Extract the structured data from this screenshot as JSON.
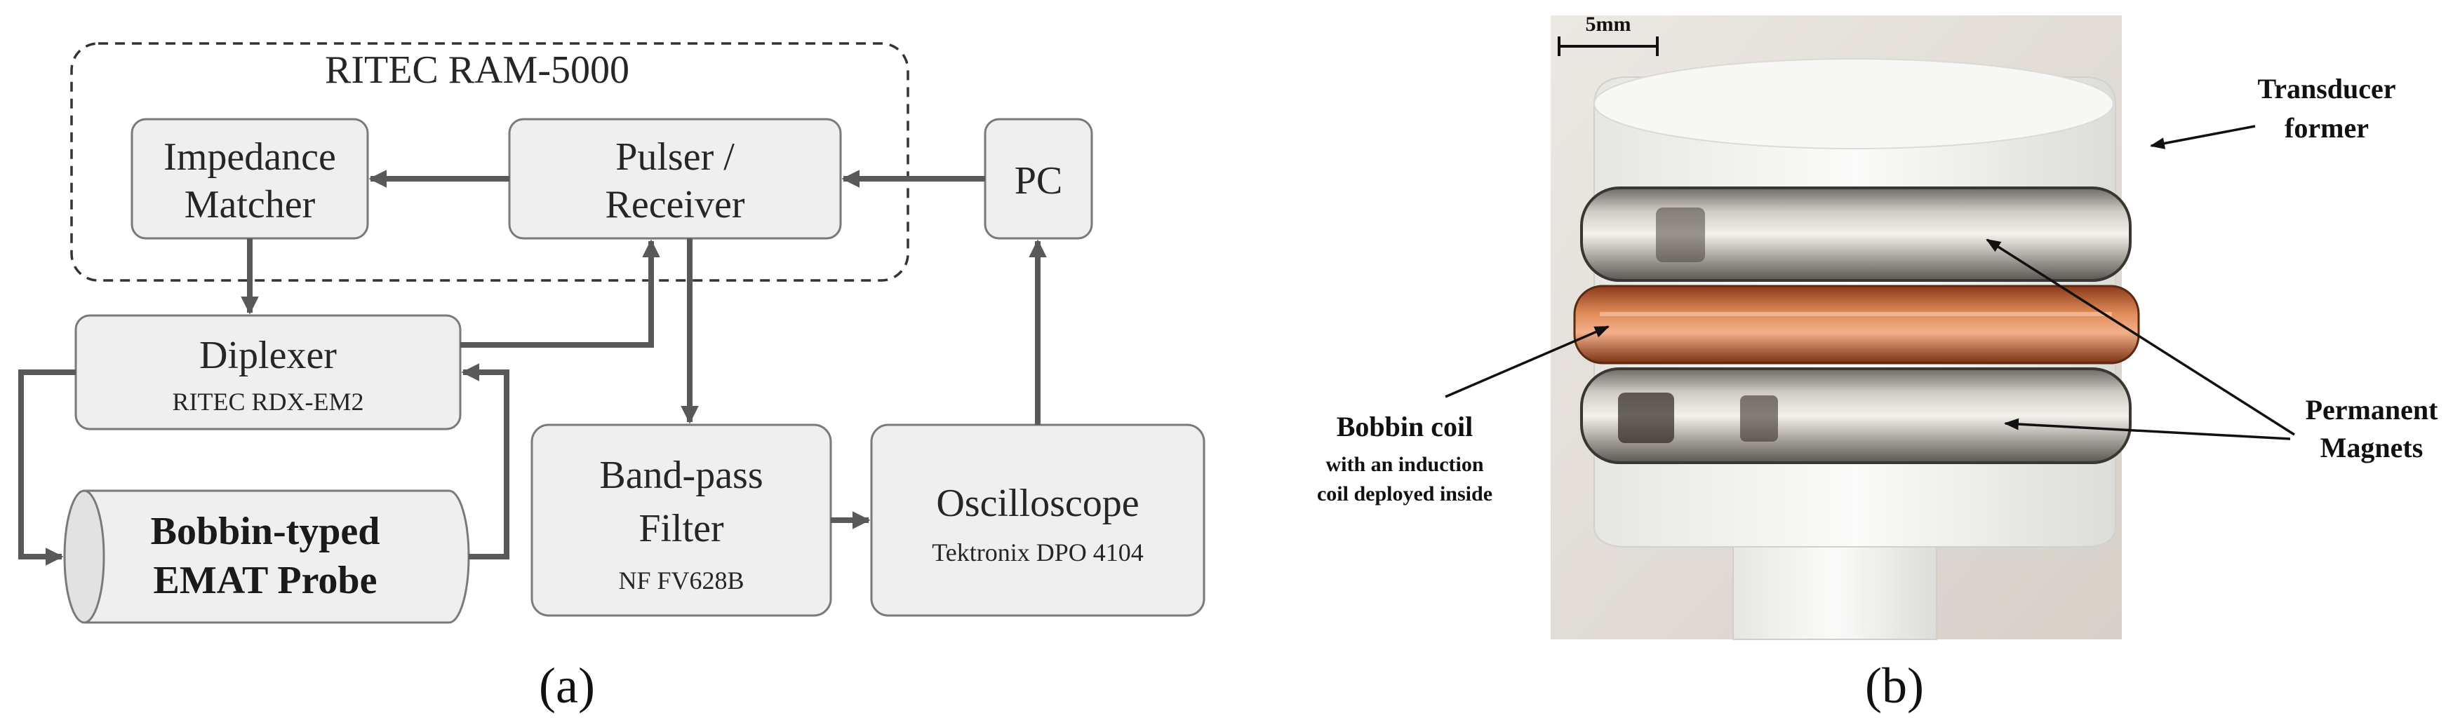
{
  "panel_a": {
    "group_label": "RITEC RAM-5000",
    "impedance_matcher": [
      "Impedance",
      "Matcher"
    ],
    "pulser_receiver": [
      "Pulser /",
      "Receiver"
    ],
    "pc": "PC",
    "diplexer": {
      "title": "Diplexer",
      "model": "RITEC RDX-EM2"
    },
    "probe": [
      "Bobbin-typed",
      "EMAT Probe"
    ],
    "bandpass": {
      "title": [
        "Band-pass",
        "Filter"
      ],
      "model": "NF FV628B"
    },
    "oscilloscope": {
      "title": "Oscilloscope",
      "model": "Tektronix DPO 4104"
    },
    "caption": "(a)"
  },
  "panel_b": {
    "scale": "5mm",
    "transducer_former": [
      "Transducer",
      "former"
    ],
    "bobbin_coil": [
      "Bobbin coil",
      "with an induction",
      "coil deployed inside"
    ],
    "permanent_magnets": [
      "Permanent",
      "Magnets"
    ],
    "caption": "(b)"
  },
  "colors": {
    "box_fill": "#efefef",
    "box_stroke": "#7a7a7a",
    "arrow": "#595959",
    "copper": "#c8663a",
    "plastic": "#f3f3f1"
  }
}
